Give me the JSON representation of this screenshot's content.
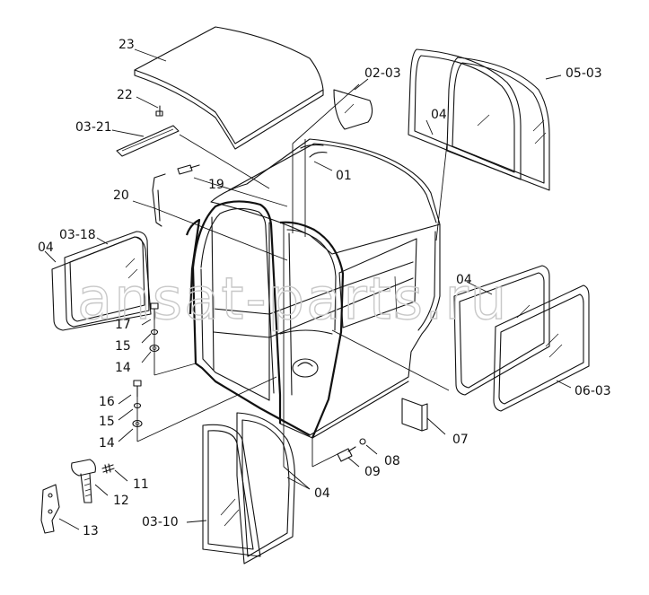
{
  "watermark": "ansat-parts.ru",
  "labels": {
    "l23": "23",
    "l22": "22",
    "l0321": "03-21",
    "l0203": "02-03",
    "l0503": "05-03",
    "l04_top": "04",
    "l01": "01",
    "l19": "19",
    "l20": "20",
    "l0318": "03-18",
    "l04_left": "04",
    "l17": "17",
    "l15_a": "15",
    "l14_a": "14",
    "l16": "16",
    "l15_b": "15",
    "l14_b": "14",
    "l11": "11",
    "l12": "12",
    "l13": "13",
    "l0310": "03-10",
    "l04_bottom": "04",
    "l09": "09",
    "l08": "08",
    "l07": "07",
    "l04_right": "04",
    "l0603": "06-03"
  }
}
